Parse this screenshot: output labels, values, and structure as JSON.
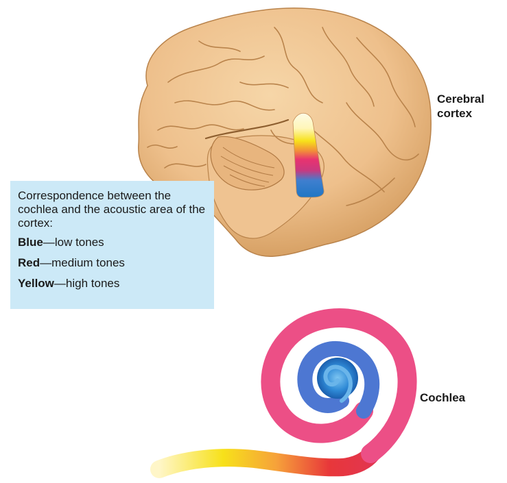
{
  "labels": {
    "cerebral_cortex": "Cerebral cortex",
    "cochlea": "Cochlea"
  },
  "legend": {
    "heading": "Correspondence between the cochlea and the acoustic area of the cortex:",
    "rows": [
      {
        "color": "Blue",
        "separator": "—",
        "tones": "low tones"
      },
      {
        "color": "Red",
        "separator": "—",
        "tones": "medium tones"
      },
      {
        "color": "Yellow",
        "separator": "—",
        "tones": "high tones"
      }
    ]
  },
  "colors": {
    "legend_background": "#cce9f7",
    "brain": "#eec08c",
    "brain_shadow": "#c9945a",
    "low_tone": "#1f76c4",
    "medium_tone": "#e8336f",
    "high_tone": "#f7e11a"
  }
}
